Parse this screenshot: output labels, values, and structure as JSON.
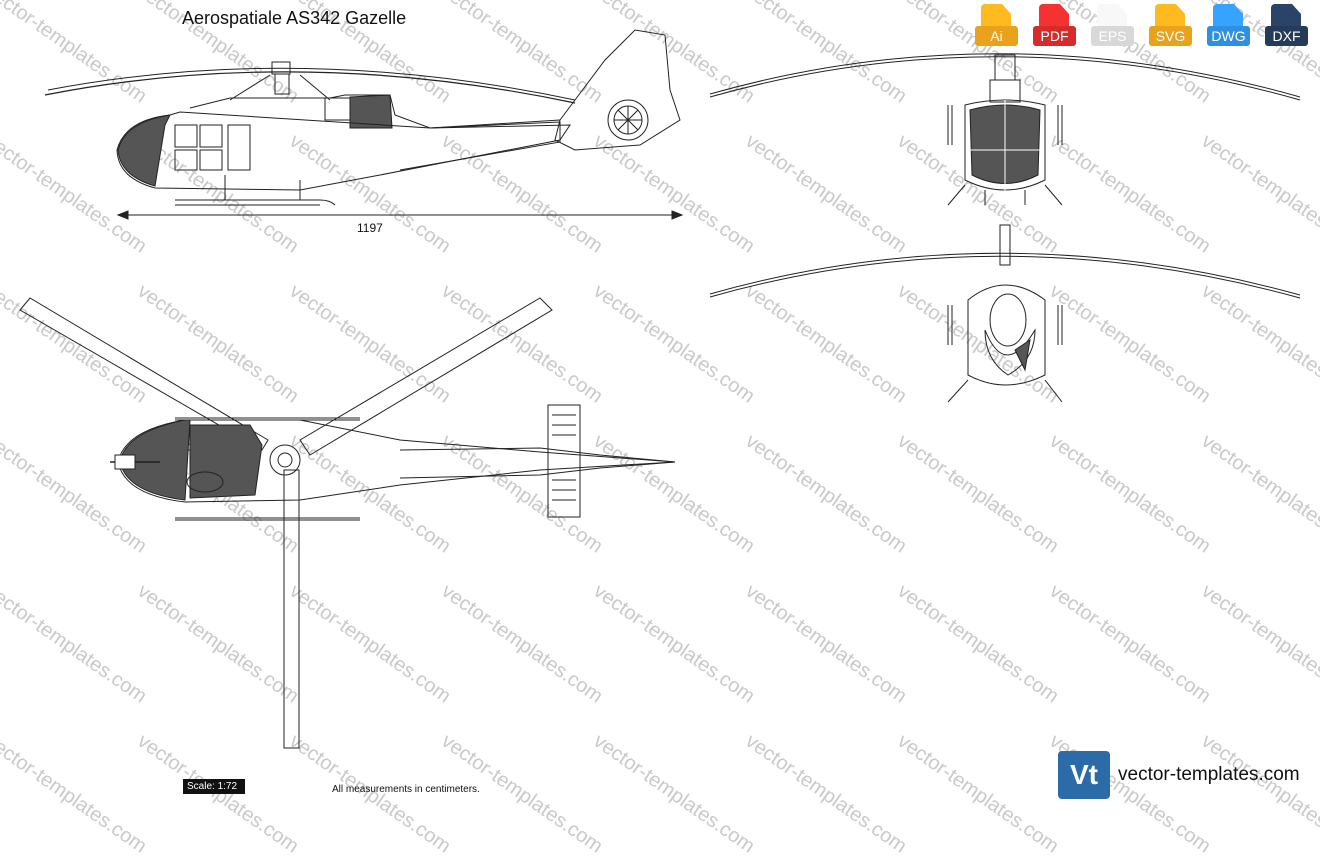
{
  "title": "Aerospatiale AS342 Gazelle",
  "formats": [
    {
      "label": "Ai",
      "color": "#e8a21b"
    },
    {
      "label": "PDF",
      "color": "#d52b2b"
    },
    {
      "label": "EPS",
      "color": "#d8d8d8"
    },
    {
      "label": "SVG",
      "color": "#e8a21b"
    },
    {
      "label": "DWG",
      "color": "#2f8fe0"
    },
    {
      "label": "DXF",
      "color": "#243b5a"
    }
  ],
  "dimension": "1197",
  "scale": "Scale: 1:72",
  "measurements_note": "All measurements in centimeters.",
  "watermark": "vector-templates.com",
  "brand": {
    "logo": "Vt",
    "text": "vector-templates.com",
    "color": "#2b6ca8"
  },
  "accent": "#555555"
}
